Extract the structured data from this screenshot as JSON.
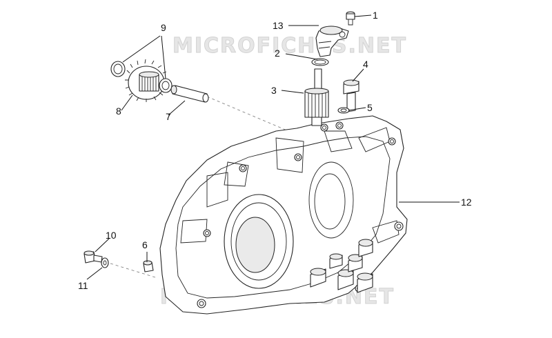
{
  "watermark": "MICROFICHES.NET",
  "callouts": [
    {
      "id": "1",
      "label": "1"
    },
    {
      "id": "2",
      "label": "2"
    },
    {
      "id": "3",
      "label": "3"
    },
    {
      "id": "4",
      "label": "4"
    },
    {
      "id": "5",
      "label": "5"
    },
    {
      "id": "6",
      "label": "6"
    },
    {
      "id": "7",
      "label": "7"
    },
    {
      "id": "8",
      "label": "8"
    },
    {
      "id": "9",
      "label": "9"
    },
    {
      "id": "10",
      "label": "10"
    },
    {
      "id": "11",
      "label": "11"
    },
    {
      "id": "12",
      "label": "12"
    },
    {
      "id": "13",
      "label": "13"
    }
  ]
}
